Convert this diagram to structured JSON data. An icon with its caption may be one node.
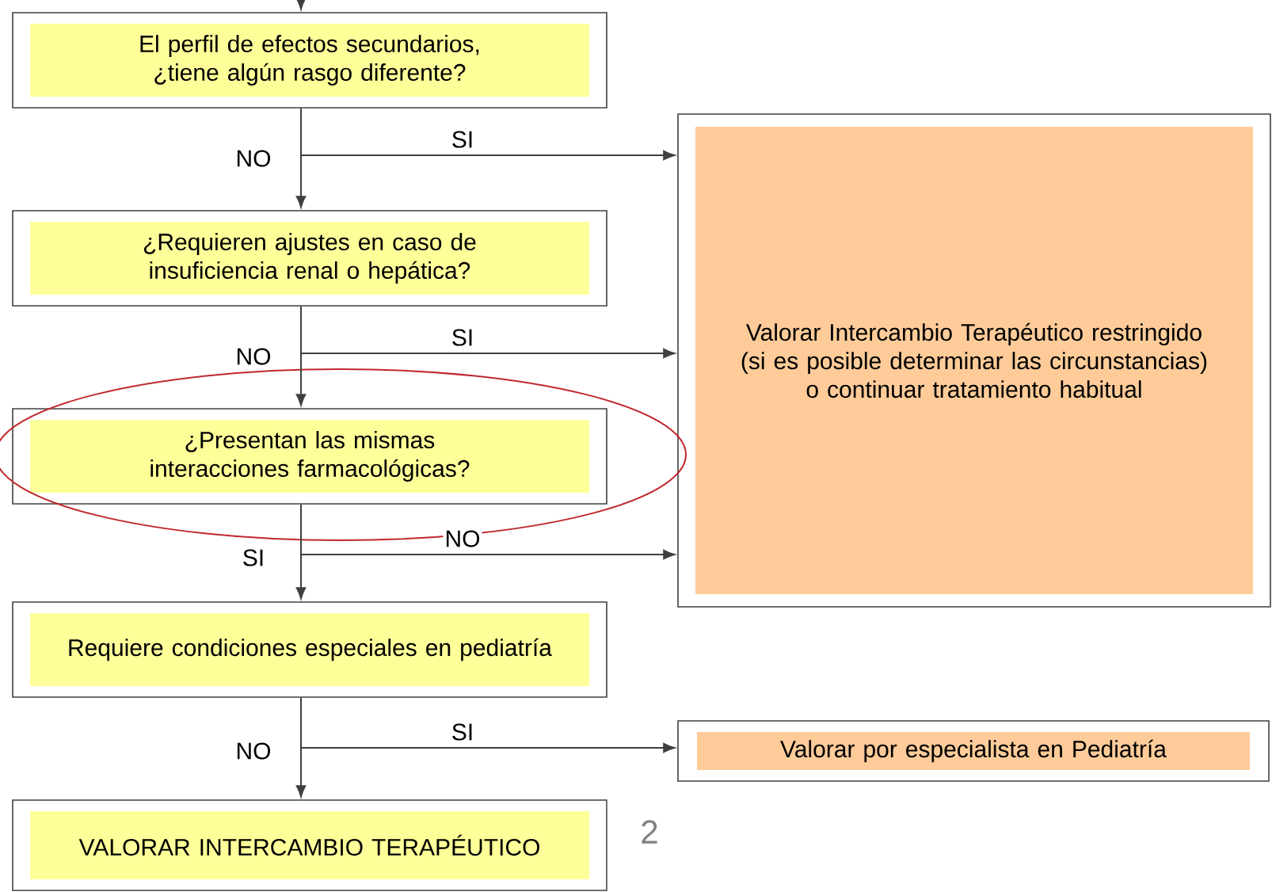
{
  "diagram": {
    "nodes": [
      {
        "text": [
          "El perfil de efectos secundarios, ¿tiene algún rasgo diferente?"
        ]
      },
      {
        "text": [
          "¿Requieren ajustes en caso de insuficiencia renal o hepática?"
        ]
      },
      {
        "text": [
          "¿Presentan las mismas interacciones farmacológicas?"
        ]
      },
      {
        "text": [
          "Requiere condiciones especiales en pediatría"
        ]
      },
      {
        "text": [
          "VALORAR INTERCAMBIO TERAPÉUTICO"
        ]
      },
      {
        "text": [
          "Valorar Intercambio Terapéutico restringido (si es posible determinar las circunstancias) o continuar tratamiento habitual"
        ]
      },
      {
        "text": [
          "Valorar por especialista en Pediatría"
        ]
      }
    ],
    "edges": [
      {
        "from": null,
        "to": 0,
        "arrow": "to"
      },
      {
        "from": 0,
        "to": 1,
        "arrow": "to",
        "label": "NO"
      },
      {
        "from": 0,
        "to": 5,
        "arrow": "to",
        "label": "SI"
      },
      {
        "from": 1,
        "to": 2,
        "arrow": "to",
        "label": "NO"
      },
      {
        "from": 1,
        "to": 5,
        "arrow": "to",
        "label": "SI"
      },
      {
        "from": 2,
        "to": 3,
        "arrow": "to",
        "label": "SI"
      },
      {
        "from": 2,
        "to": 5,
        "arrow": "to",
        "label": "NO"
      },
      {
        "from": 3,
        "to": 4,
        "arrow": "to",
        "label": "NO"
      },
      {
        "from": 3,
        "to": 6,
        "arrow": "to",
        "label": "SI"
      }
    ],
    "labels": [
      "2"
    ]
  }
}
